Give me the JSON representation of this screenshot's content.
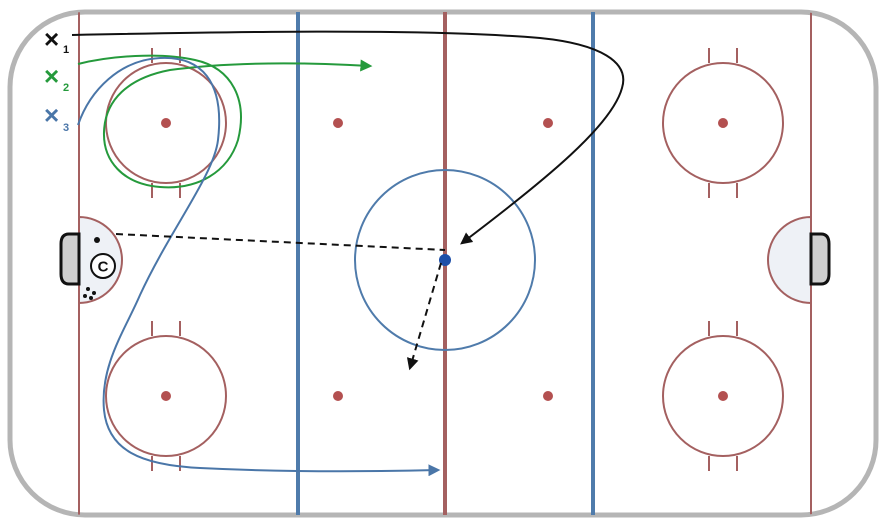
{
  "colors": {
    "board": "#b5b5b5",
    "ice": "#ffffff",
    "red_line": "#a46060",
    "blue_line": "#4f7bab",
    "faceoff_dot": "#b35050",
    "center_dot": "#1d4fa8",
    "crease_fill": "#eef1f6",
    "net_fill": "#cfcfcf",
    "player1": "#111111",
    "player2": "#259a3c",
    "player3": "#4a76a8",
    "pass": "#111111"
  },
  "players": [
    {
      "id": "x1",
      "marker": "×",
      "number": "1",
      "color": "#111111"
    },
    {
      "id": "x2",
      "marker": "×",
      "number": "2",
      "color": "#259a3c"
    },
    {
      "id": "x3",
      "marker": "×",
      "number": "3",
      "color": "#4a76a8"
    }
  ],
  "coach": {
    "label": "C"
  }
}
